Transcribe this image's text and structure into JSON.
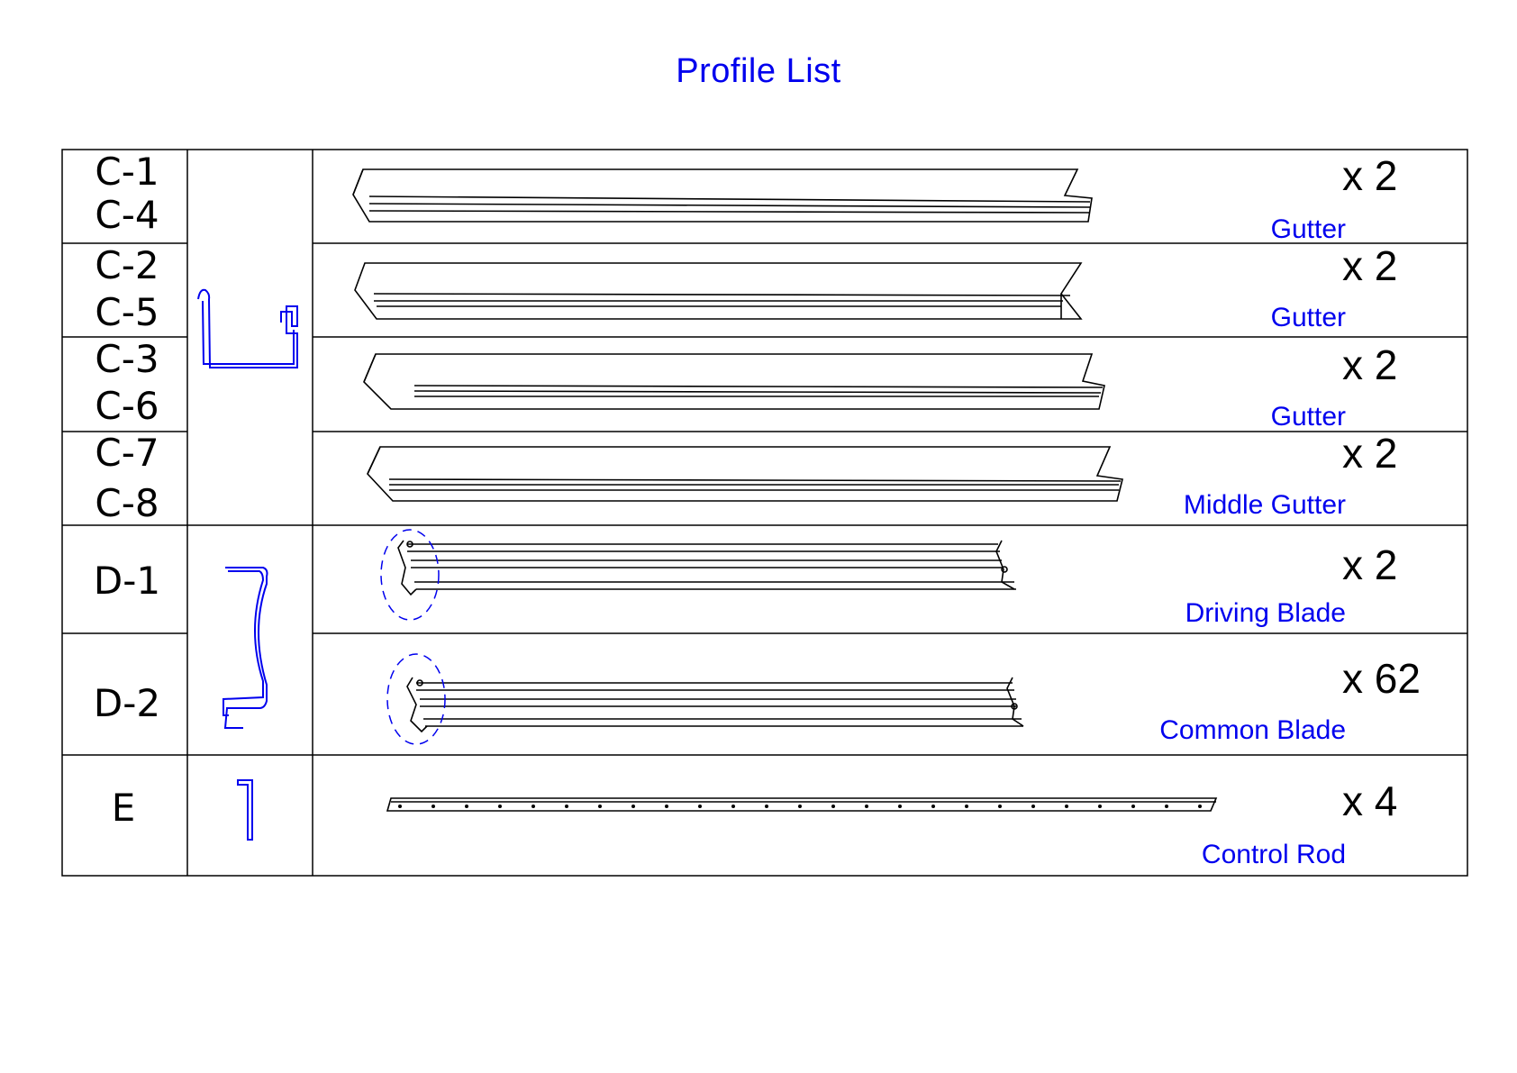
{
  "title": "Profile List",
  "rows": [
    {
      "codes": [
        "C-1",
        "C-4"
      ],
      "qty": "x 2",
      "name": "Gutter"
    },
    {
      "codes": [
        "C-2",
        "C-5"
      ],
      "qty": "x 2",
      "name": "Gutter"
    },
    {
      "codes": [
        "C-3",
        "C-6"
      ],
      "qty": "x 2",
      "name": "Gutter"
    },
    {
      "codes": [
        "C-7",
        "C-8"
      ],
      "qty": "x 2",
      "name": "Middle Gutter"
    },
    {
      "codes": [
        "D-1"
      ],
      "qty": "x 2",
      "name": "Driving Blade"
    },
    {
      "codes": [
        "D-2"
      ],
      "qty": "x 62",
      "name": "Common Blade"
    },
    {
      "codes": [
        "E"
      ],
      "qty": "x 4",
      "name": "Control Rod"
    }
  ],
  "colors": {
    "accent": "#0000ee",
    "line": "#000000"
  }
}
